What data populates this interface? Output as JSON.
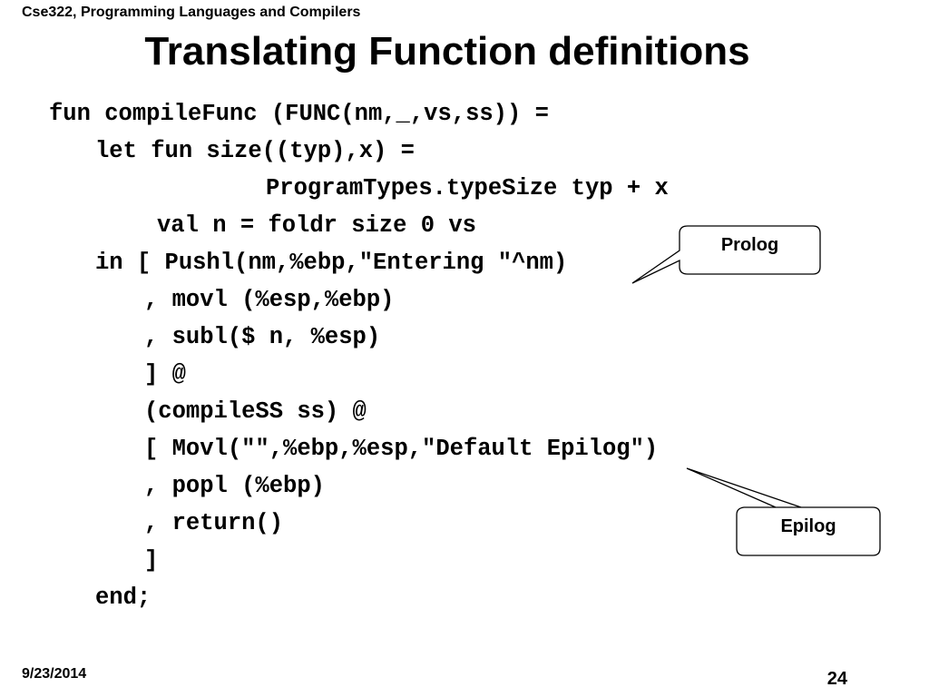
{
  "header": {
    "course": "Cse322, Programming Languages and Compilers",
    "title": "Translating Function definitions"
  },
  "code": {
    "lines": [
      "fun compileFunc (FUNC(nm,_,vs,ss)) =",
      "let fun size((typ),x) =",
      "ProgramTypes.typeSize typ + x",
      "val n = foldr size 0 vs",
      "in [ Pushl(nm,%ebp,\"Entering \"^nm)",
      ", movl (%esp,%ebp)",
      ", subl($ n, %esp)",
      "] @",
      "(compileSS ss) @",
      "[ Movl(\"\",%ebp,%esp,\"Default Epilog\")",
      ", popl (%ebp)",
      ", return()",
      "]",
      "end;"
    ]
  },
  "callouts": {
    "prolog": "Prolog",
    "epilog": "Epilog"
  },
  "footer": {
    "date": "9/23/2014",
    "page_number": "24"
  }
}
